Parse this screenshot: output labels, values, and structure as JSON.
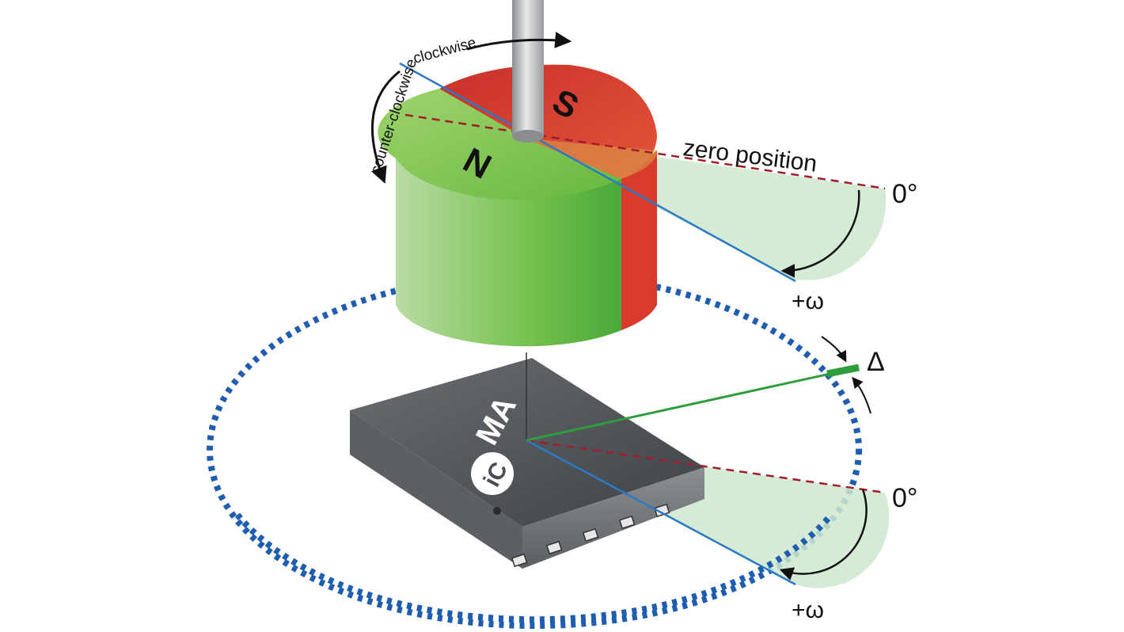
{
  "labels": {
    "clockwise": "clockwise",
    "counter_clockwise": "counter-clockwise",
    "zero_position": "zero position",
    "zero_deg_top": "0°",
    "plus_omega_top": "+ω",
    "delta": "Δ",
    "zero_deg_bottom": "0°",
    "plus_omega_bottom": "+ω",
    "magnet_north": "N",
    "magnet_south": "S",
    "chip_name": "MA",
    "chip_logo": "iC"
  },
  "colors": {
    "magnet_north": "#6cc04a",
    "magnet_south": "#d93a2b",
    "sector_fill": "#cfe7cf",
    "axis_line": "#2b7bc4",
    "zero_line": "#a01e2a",
    "field_line": "#2e9e3c",
    "dashed_ring": "#1e5db0",
    "chip_body": "#4a4d52"
  }
}
